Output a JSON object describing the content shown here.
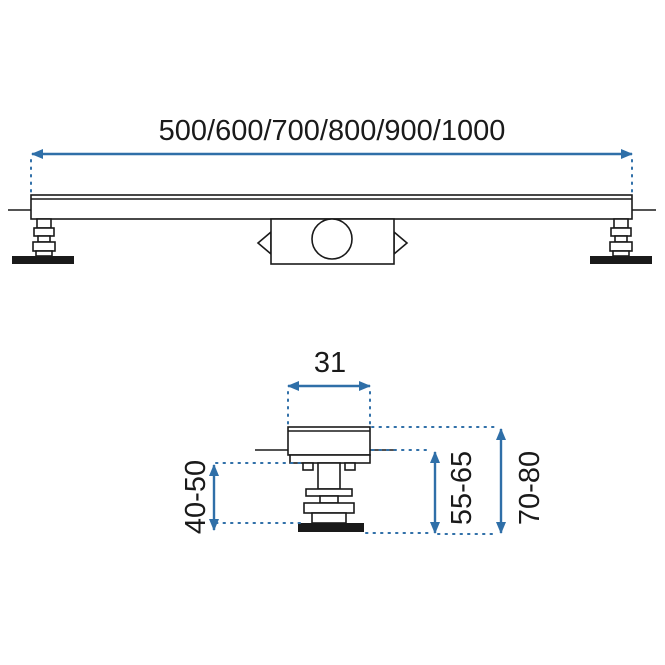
{
  "top_view": {
    "length_label": "500/600/700/800/900/1000"
  },
  "cross_section": {
    "width_label": "31",
    "foot_height_label": "40-50",
    "body_height_label": "55-65",
    "total_height_label": "70-80"
  },
  "colors": {
    "dimension": "#2f6fa8",
    "line": "#1a1a1a"
  }
}
